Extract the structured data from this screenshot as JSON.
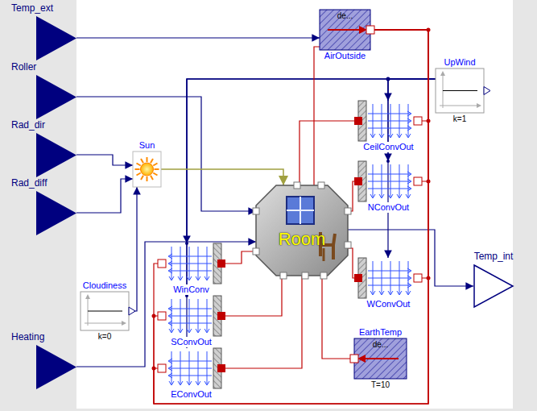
{
  "diagram": {
    "nodes": [
      {
        "text": [
          "Temp_ext"
        ]
      },
      {
        "text": [
          "de...",
          "AirOutside"
        ]
      },
      {
        "text": [
          "Roller"
        ]
      },
      {
        "text": [
          "UpWind",
          "k=1"
        ]
      },
      {
        "text": [
          "Rad_dir"
        ]
      },
      {
        "text": [
          "Sun"
        ]
      },
      {
        "text": [
          "CeilConvOut"
        ]
      },
      {
        "text": [
          "NConvOut"
        ]
      },
      {
        "text": [
          "Rad_diff"
        ]
      },
      {
        "text": [
          "Room"
        ]
      },
      {
        "text": [
          "Temp_int"
        ]
      },
      {
        "text": [
          "WinConv"
        ]
      },
      {
        "text": [
          "WConvOut"
        ]
      },
      {
        "text": [
          "Cloudiness",
          "k=0"
        ]
      },
      {
        "text": [
          "SConvOut"
        ]
      },
      {
        "text": [
          "EarthTemp",
          "de...",
          "T=10"
        ]
      },
      {
        "text": [
          "EConvOut"
        ]
      },
      {
        "text": [
          "Heating"
        ]
      }
    ],
    "edges": [
      {
        "from": 0,
        "to": 1,
        "arrow": "to"
      },
      {
        "from": 2,
        "to": 9,
        "arrow": "to"
      },
      {
        "from": 3,
        "to": 6,
        "arrow": "to"
      },
      {
        "from": 3,
        "to": 7,
        "arrow": "to"
      },
      {
        "from": 3,
        "to": 12,
        "arrow": "to"
      },
      {
        "from": 3,
        "to": 11,
        "arrow": "to"
      },
      {
        "from": 3,
        "to": 14,
        "arrow": "to"
      },
      {
        "from": 3,
        "to": 16,
        "arrow": "to"
      },
      {
        "from": 4,
        "to": 5,
        "arrow": "to"
      },
      {
        "from": 8,
        "to": 5,
        "arrow": "to"
      },
      {
        "from": 13,
        "to": 5,
        "arrow": "to"
      },
      {
        "from": 5,
        "to": 9,
        "arrow": "to"
      },
      {
        "from": 17,
        "to": 9,
        "arrow": "to"
      },
      {
        "from": 9,
        "to": 10,
        "arrow": "to"
      },
      {
        "from": 1,
        "to": 9,
        "arrow": "none"
      },
      {
        "from": 1,
        "to": 6,
        "arrow": "none"
      },
      {
        "from": 1,
        "to": 7,
        "arrow": "none"
      },
      {
        "from": 1,
        "to": 12,
        "arrow": "none"
      },
      {
        "from": 1,
        "to": 11,
        "arrow": "none"
      },
      {
        "from": 1,
        "to": 14,
        "arrow": "none"
      },
      {
        "from": 1,
        "to": 16,
        "arrow": "none"
      },
      {
        "from": 9,
        "to": 6,
        "arrow": "none"
      },
      {
        "from": 9,
        "to": 7,
        "arrow": "none"
      },
      {
        "from": 9,
        "to": 12,
        "arrow": "none"
      },
      {
        "from": 9,
        "to": 11,
        "arrow": "none"
      },
      {
        "from": 9,
        "to": 14,
        "arrow": "none"
      },
      {
        "from": 9,
        "to": 16,
        "arrow": "none"
      },
      {
        "from": 9,
        "to": 15,
        "arrow": "none"
      }
    ]
  }
}
